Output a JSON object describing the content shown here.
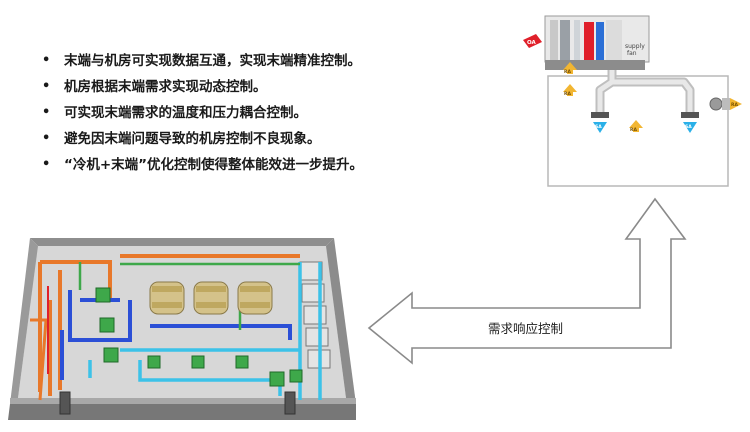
{
  "bullets": [
    "末端与机房可实现数据互通，实现末端精准控制。",
    "机房根据末端需求实现动态控制。",
    "可实现末端需求的温度和压力耦合控制。",
    "避免因末端问题导致的机房控制不良现象。",
    "“冷机+末端”优化控制使得整体能效进一步提升。"
  ],
  "arrow_label": "需求响应控制",
  "ahu": {
    "oa": "OA",
    "supply_fan_line1": "supply",
    "supply_fan_line2": "fan",
    "ra": "RA",
    "sa": "SA",
    "ea": "RA"
  },
  "colors": {
    "chw_supply": "#2b4fd6",
    "chw_return": "#3cc2e8",
    "cw_pipe": "#e8782a",
    "green": "#3ea84a",
    "red": "#e0202a",
    "arrow_outline": "#8a8a8a"
  }
}
